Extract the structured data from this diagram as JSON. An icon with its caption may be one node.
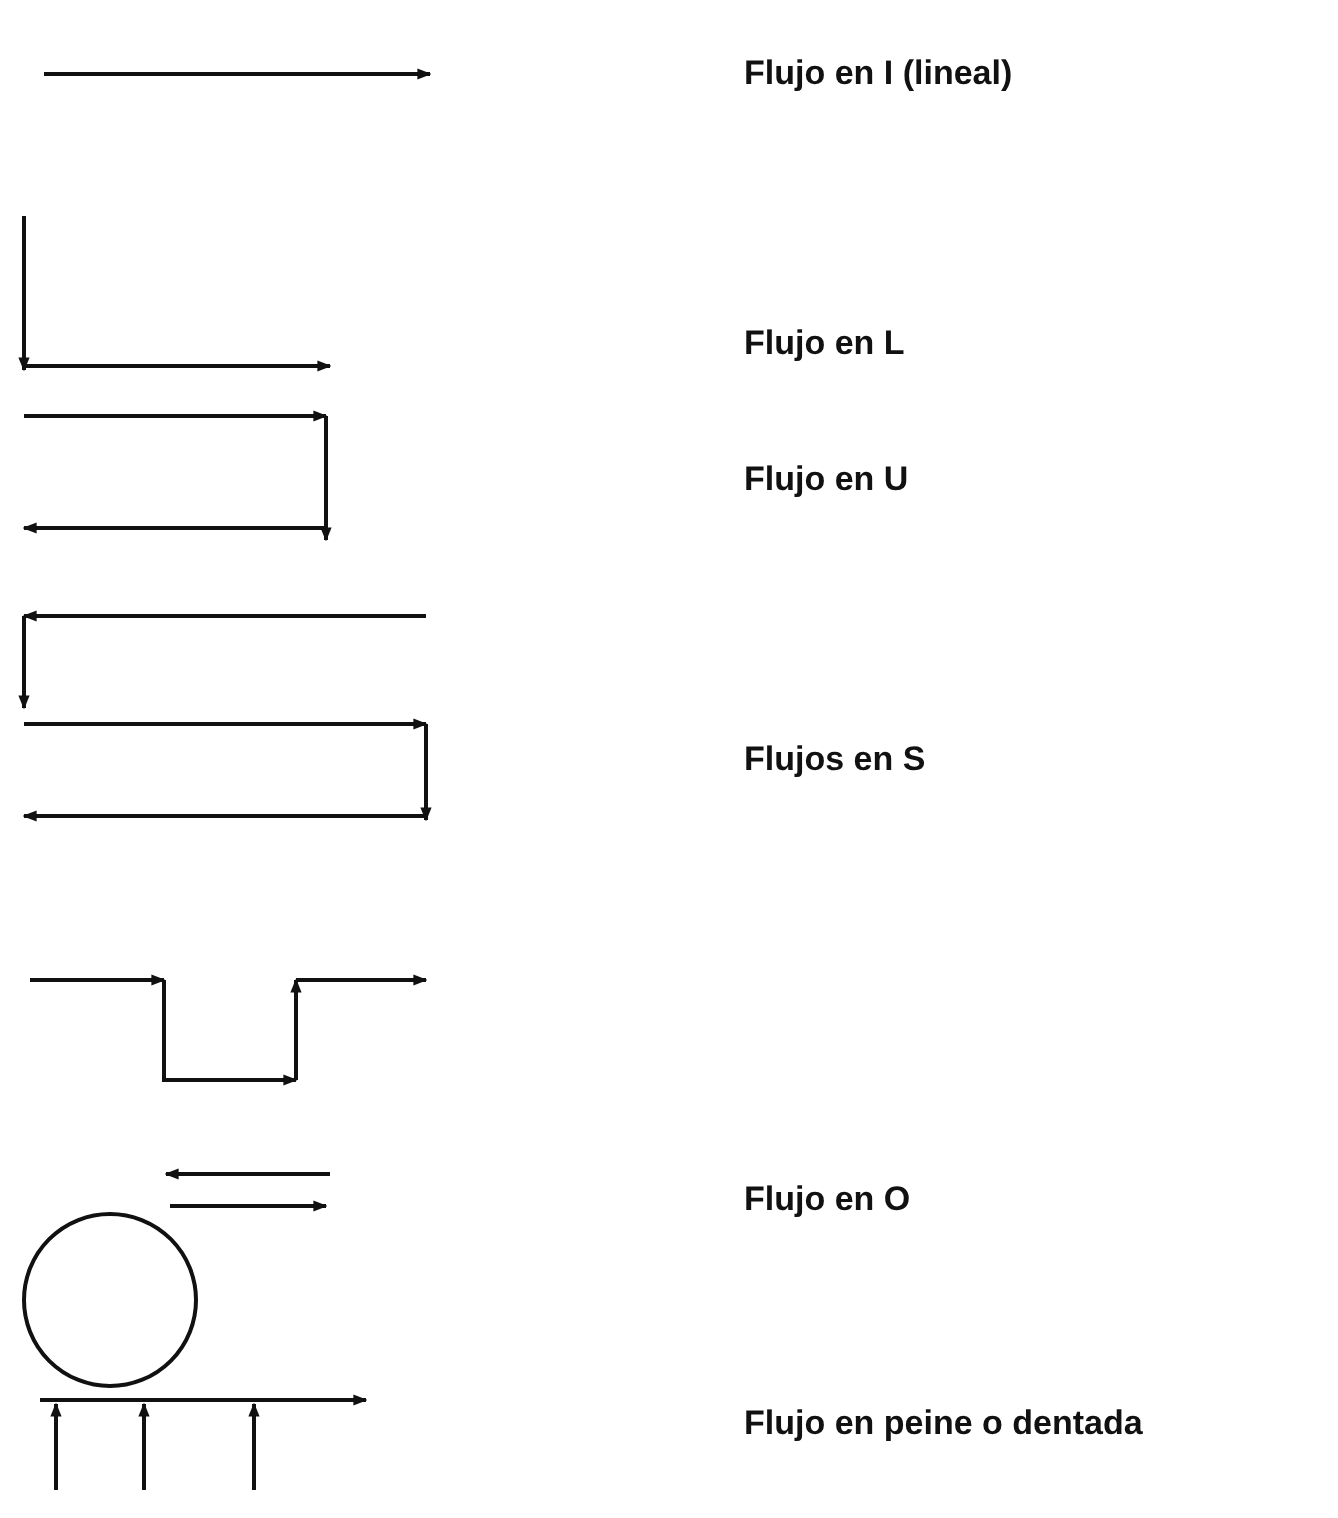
{
  "diagram": {
    "labels": [
      "Flujo en I (lineal)",
      "Flujo en L",
      "Flujo en U",
      "Flujos en S",
      "Flujo en O",
      "Flujo en peine o dentada"
    ]
  }
}
